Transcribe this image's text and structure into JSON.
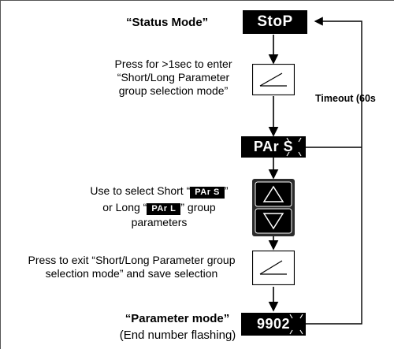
{
  "status_mode": {
    "label": "“Status Mode”",
    "display": "StoP"
  },
  "step1": {
    "line1": "Press for >1sec  to enter",
    "line2": "“Short/Long Parameter",
    "line3": "group selection mode”"
  },
  "timeout_label": "Timeout (60s",
  "par_mode": {
    "display": "PAr S"
  },
  "step2": {
    "line1_prefix": "Use to select Short  “",
    "short_code": "PAr S",
    "line1_suffix": "”",
    "line2_prefix": "or Long “",
    "long_code": "PAr L",
    "line2_suffix": "” group",
    "line3": "parameters"
  },
  "step3": {
    "line1": "Press to exit “Short/Long Parameter group",
    "line2": "selection mode” and save selection"
  },
  "parameter_mode": {
    "label": "“Parameter  mode”",
    "sublabel": "(End number flashing)",
    "display": "9902"
  },
  "icons": {
    "enter": "enter-key-icon",
    "up": "up-arrow-icon",
    "down": "down-arrow-icon",
    "flash": "flash-indicator-icon"
  },
  "colors": {
    "display_bg": "#000000",
    "display_fg": "#ffffff",
    "button_bg": "#2b2b2b",
    "line": "#000000"
  }
}
